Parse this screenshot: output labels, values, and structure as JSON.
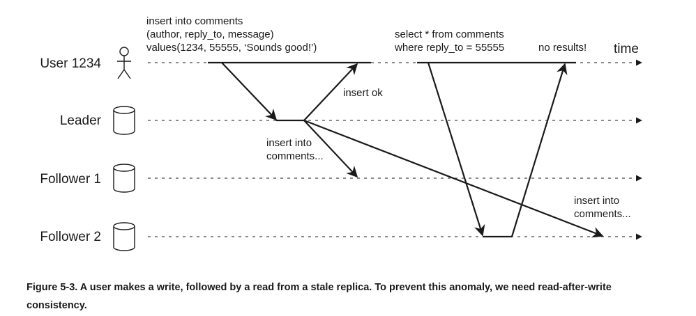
{
  "diagram": {
    "lanes": [
      {
        "label": "User 1234",
        "icon": "stick-figure-icon"
      },
      {
        "label": "Leader",
        "icon": "database-cylinder-icon"
      },
      {
        "label": "Follower 1",
        "icon": "database-cylinder-icon"
      },
      {
        "label": "Follower 2",
        "icon": "database-cylinder-icon"
      }
    ],
    "time_label": "time",
    "write_request": {
      "line1": "insert into comments",
      "line2": "(author, reply_to, message)",
      "line3": "values(1234, 55555, ‘Sounds good!’)"
    },
    "insert_ok": "insert ok",
    "replication_to_follower1": {
      "line1": "insert into",
      "line2": "comments..."
    },
    "replication_to_follower2": {
      "line1": "insert into",
      "line2": "comments..."
    },
    "read_request": {
      "line1": "select * from comments",
      "line2": "where reply_to = 55555"
    },
    "read_result": "no results!"
  },
  "caption": "Figure 5-3. A user makes a write, followed by a read from a stale replica. To prevent this anomaly, we need read-after-write consistency."
}
